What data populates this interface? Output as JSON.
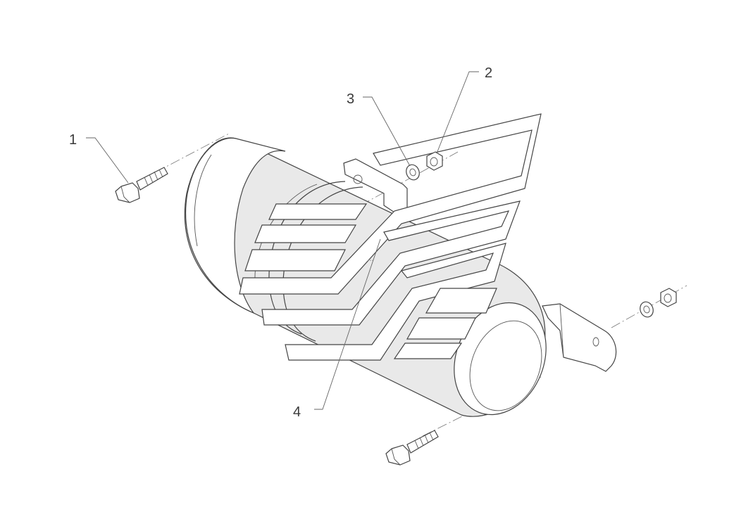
{
  "diagram": {
    "callouts": [
      {
        "id": "1",
        "label": "1"
      },
      {
        "id": "2",
        "label": "2"
      },
      {
        "id": "3",
        "label": "3"
      },
      {
        "id": "4",
        "label": "4"
      }
    ],
    "colors": {
      "background": "#ffffff",
      "line": "#444444",
      "shade": "#e9e9e9",
      "label": "#3a3a3a"
    },
    "parts": [
      {
        "callout": "1",
        "kind": "bolt"
      },
      {
        "callout": "2",
        "kind": "nut"
      },
      {
        "callout": "3",
        "kind": "washer"
      },
      {
        "callout": "4",
        "kind": "cylindrical-housing-with-brackets"
      }
    ]
  }
}
